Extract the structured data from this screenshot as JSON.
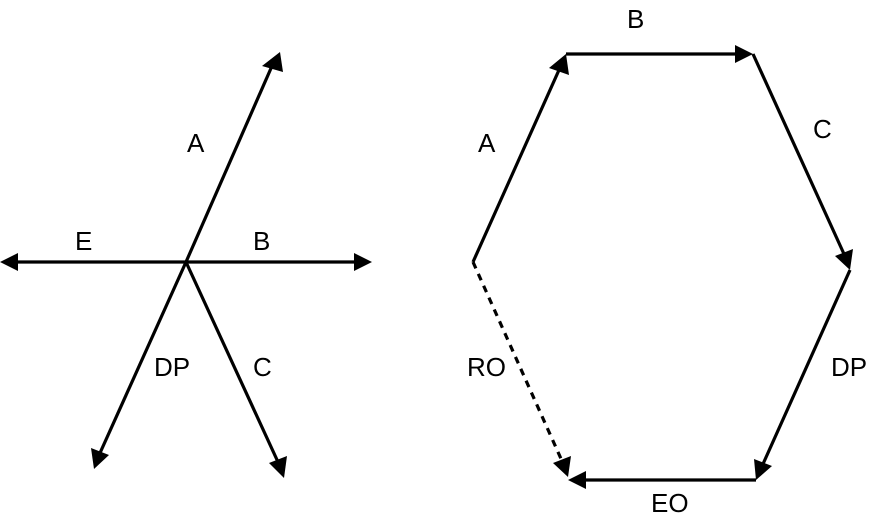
{
  "left_diagram": {
    "vectors": [
      {
        "id": "A",
        "label": "A"
      },
      {
        "id": "B",
        "label": "B"
      },
      {
        "id": "C",
        "label": "C"
      },
      {
        "id": "DP",
        "label": "DP"
      },
      {
        "id": "E",
        "label": "E"
      }
    ]
  },
  "right_diagram": {
    "vectors": [
      {
        "id": "A",
        "label": "A",
        "style": "solid"
      },
      {
        "id": "B",
        "label": "B",
        "style": "solid"
      },
      {
        "id": "C",
        "label": "C",
        "style": "solid"
      },
      {
        "id": "DP",
        "label": "DP",
        "style": "solid"
      },
      {
        "id": "EO",
        "label": "EO",
        "style": "solid"
      },
      {
        "id": "RO",
        "label": "RO",
        "style": "dashed"
      }
    ]
  },
  "colors": {
    "stroke": "#000000",
    "background": "#ffffff"
  }
}
